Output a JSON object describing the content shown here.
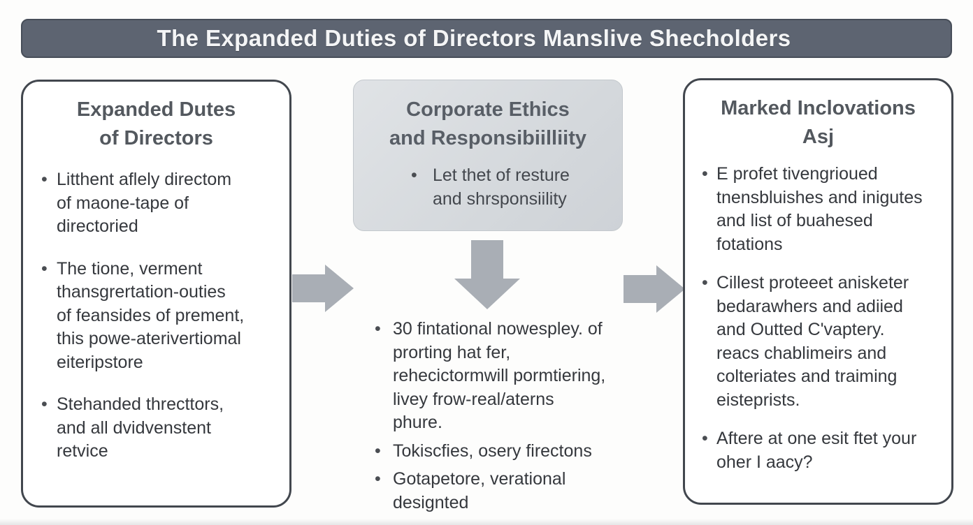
{
  "title": "The Expanded Duties of Directors Manslive Shecholders",
  "boxes": {
    "left": {
      "heading": "Expanded Dutes\nof Directors",
      "bullets": [
        "Litthent aflely directom\nof maone-tape of\ndirectoried",
        "The tione, verment\nthansgrertation-outies\nof feansides of prement,\nthis powe-aterivertiomal\neiteripstore",
        "Stehanded threcttors,\nand all dvidvenstent\nretvice"
      ]
    },
    "middle": {
      "heading": "Corporate Ethics\nand Responsibiilliity",
      "bullets": [
        "Let thet of resture\nand shrsponsiility"
      ]
    },
    "middle_list": {
      "bullets": [
        "30 fintational nowespley. of\nprorting hat fer,\nrehecictormwill pormtiering,\nlivey frow-real/aterns\nphure.",
        "Tokiscfies, osery firectons",
        "Gotapetore, verational\ndesignted"
      ]
    },
    "right": {
      "heading": "Marked Inclovations\nAsj",
      "bullets": [
        "E profet tivengrioued\ntnensbluishes and inigutes\nand list of buahesed\nfotations",
        "Cillest proteeet anisketer\nbedarawhers and adiied\nand Outted C'vaptery.\nreacs chablimeirs and\ncolteriates and traiming\neisteprists.",
        "Aftere at one esit ftet your\noher I aacy?"
      ]
    }
  },
  "icons": {
    "arrow_left_to_middle": "right-arrow",
    "arrow_middle_to_right": "right-arrow",
    "arrow_middle_down": "down-arrow"
  },
  "colors": {
    "title_bar_fill": "#5d6471",
    "title_text": "#f4f5f6",
    "box_border": "#42474e",
    "middle_box_fill": "#d6dade",
    "arrow_fill": "#a9aeb5",
    "heading_text": "#53585e",
    "body_text": "#35383d"
  }
}
